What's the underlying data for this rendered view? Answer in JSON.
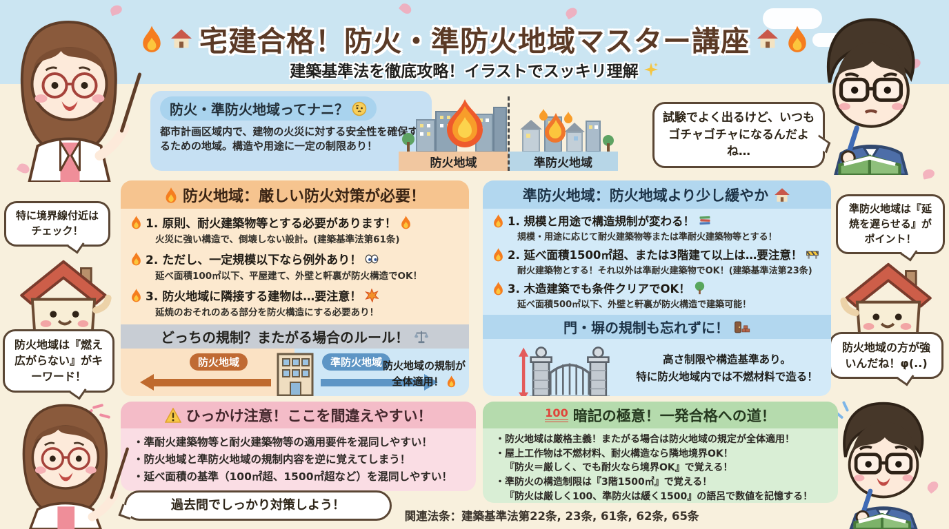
{
  "header": {
    "title": "宅建合格！防火・準防火地域マスター講座",
    "subtitle": "建築基準法を徹底攻略！イラストでスッキリ理解"
  },
  "intro": {
    "title": "防火・準防火地域ってナニ？",
    "body": "都市計画区域内で、建物の火災に対する安全性を確保するための地域。構造や用途に一定の制限あり！"
  },
  "city": {
    "left_label": "防火地域",
    "right_label": "準防火地域"
  },
  "bubbles": {
    "student_top": "試験でよく出るけど、いつもゴチャゴチャになるんだよね…",
    "left_top": "特に境界線付近はチェック！",
    "left_bottom": "防火地域は『燃え広がらない』がキーワード！",
    "right_top": "準防火地域は『延焼を遅らせる』がポイント！",
    "right_bottom": "防火地域の方が強いんだね！φ(..)",
    "teacher_bottom": "過去問でしっかり対策しよう！"
  },
  "fire_panel": {
    "title": "防火地域：厳しい防火対策が必要！",
    "items": [
      {
        "main": "1. 原則、耐火建築物等とする必要があります！",
        "detail": "火災に強い構造で、倒壊しない設計。(建築基準法第61条)"
      },
      {
        "main": "2. ただし、一定規模以下なら例外あり！",
        "detail": "延べ面積100㎡以下、平屋建て、外壁と軒裏が防火構造でOK！"
      },
      {
        "main": "3. 防火地域に隣接する建物は…要注意！",
        "detail": "延焼のおそれのある部分を防火構造にする必要あり！"
      }
    ]
  },
  "straddle": {
    "title": "どっちの規制？またがる場合のルール！",
    "left_label": "防火地域",
    "right_label": "準防火地域",
    "note1": "防火地域の規制が",
    "note2": "全体適用！"
  },
  "semi_panel": {
    "title": "準防火地域：防火地域より少し緩やか",
    "items": [
      {
        "main": "1. 規模と用途で構造規制が変わる！",
        "detail": "規模・用途に応じて耐火建築物等または準耐火建築物等とする！"
      },
      {
        "main": "2. 延べ面積1500㎡超、または3階建て以上は…要注意！",
        "detail": "耐火建築物とする！それ以外は準耐火建築物でOK！(建築基準法第23条)"
      },
      {
        "main": "3. 木造建築でも条件クリアでOK！",
        "detail": "延べ面積500㎡以下、外壁と軒裏が防火構造で建築可能！"
      }
    ]
  },
  "gate": {
    "title": "門・塀の規制も忘れずに！",
    "line1": "高さ制限や構造基準あり。",
    "line2": "特に防火地域内では不燃材料で造る！"
  },
  "trap_panel": {
    "title": "ひっかけ注意！ここを間違えやすい！",
    "bullets": [
      "・準耐火建築物等と耐火建築物等の適用要件を混同しやすい！",
      "・防火地域と準防火地域の規制内容を逆に覚えてしまう！",
      "・延べ面積の基準（100㎡超、1500㎡超など）を混同しやすい！"
    ]
  },
  "memory_panel": {
    "title": "暗記の極意！一発合格への道！",
    "bullets": [
      "・防火地域は厳格主義！またがる場合は防火地域の規定が全体適用！",
      "・屋上工作物は不燃材料、耐火構造なら隣地境界OK！",
      "『防火＝厳しく、でも耐火なら境界OK』で覚える！",
      "・準防火の構造制限は『3階1500㎡』で覚える！",
      "『防火は厳しく100、準防火は緩く1500』の語呂で数値を記憶する！"
    ]
  },
  "footer": {
    "text": "関連法条：建築基準法第22条, 23条, 61条, 62条, 65条"
  },
  "icons": {
    "hundred": "100"
  },
  "colors": {
    "fire_area_accent": "#bf6a2e",
    "semi_area_accent": "#5d95c5",
    "title_brown": "#5b3a26"
  }
}
